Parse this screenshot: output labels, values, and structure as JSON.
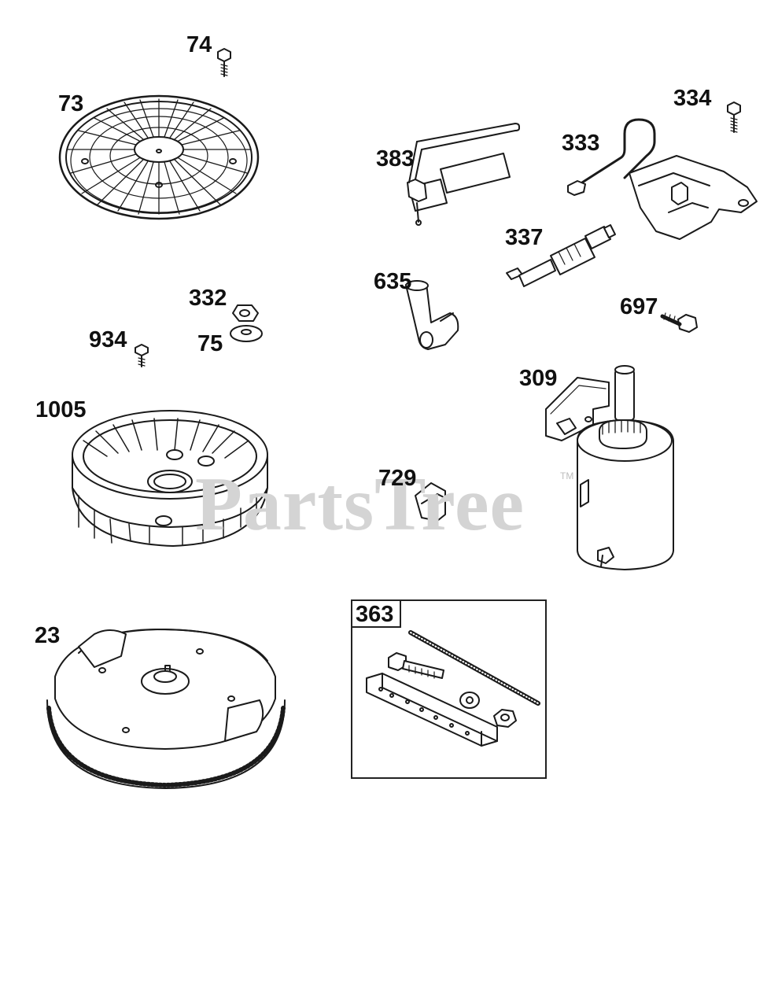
{
  "watermark": {
    "text": "PartsTree",
    "tm": "TM"
  },
  "parts": [
    {
      "id": "74"
    },
    {
      "id": "73"
    },
    {
      "id": "383"
    },
    {
      "id": "333"
    },
    {
      "id": "334"
    },
    {
      "id": "337"
    },
    {
      "id": "635"
    },
    {
      "id": "697"
    },
    {
      "id": "332"
    },
    {
      "id": "934"
    },
    {
      "id": "75"
    },
    {
      "id": "1005"
    },
    {
      "id": "309"
    },
    {
      "id": "729"
    },
    {
      "id": "23"
    },
    {
      "id": "363"
    }
  ]
}
